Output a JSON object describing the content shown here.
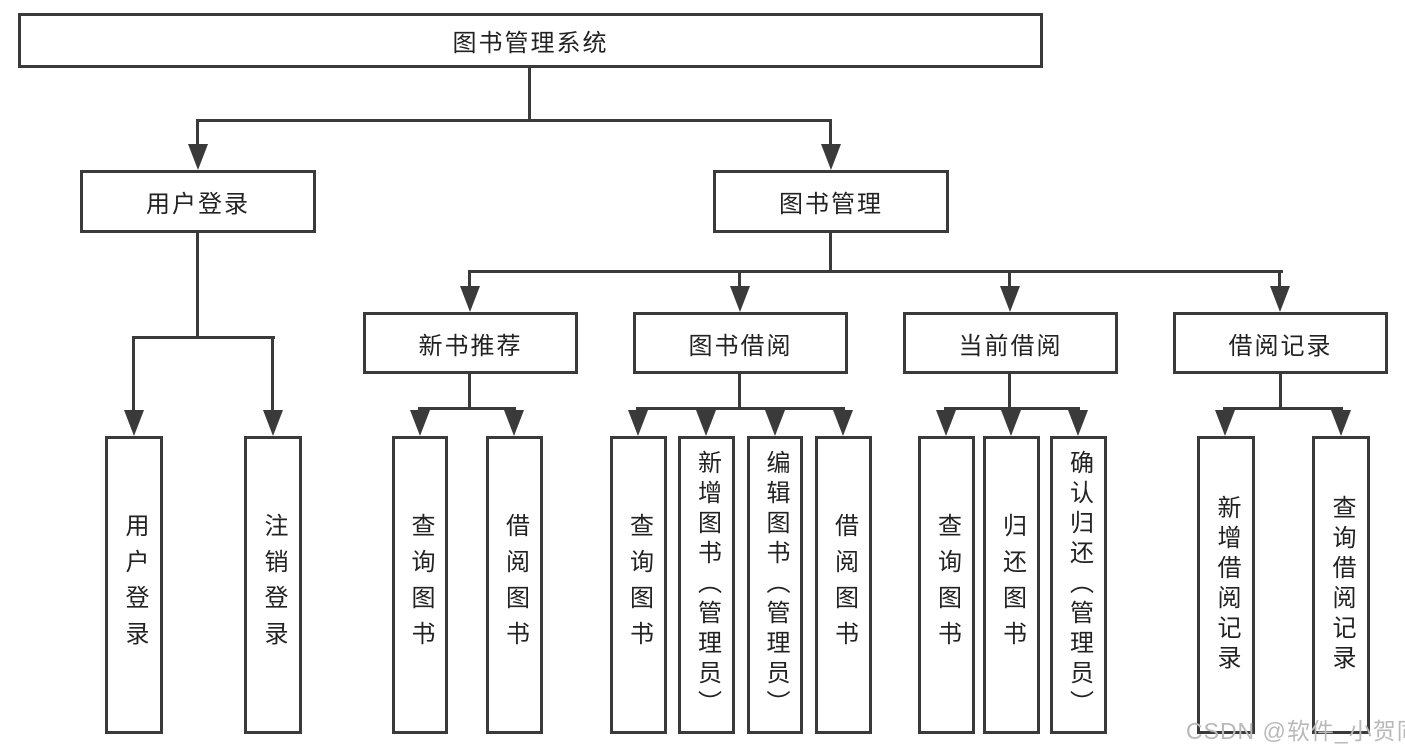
{
  "tree": {
    "root": "图书管理系统",
    "level1": [
      {
        "label": "用户登录"
      },
      {
        "label": "图书管理"
      }
    ],
    "level2": [
      {
        "label": "新书推荐"
      },
      {
        "label": "图书借阅"
      },
      {
        "label": "当前借阅"
      },
      {
        "label": "借阅记录"
      }
    ],
    "leaves": {
      "user_login": [
        "用户登录",
        "注销登录"
      ],
      "new_book_recommend": [
        "查询图书",
        "借阅图书"
      ],
      "book_borrowing": [
        "查询图书",
        "新增图书（管理员）",
        "编辑图书（管理员）",
        "借阅图书"
      ],
      "current_borrowing": [
        "查询图书",
        "归还图书",
        "确认归还（管理员）"
      ],
      "borrowing_records": [
        "新增借阅记录",
        "查询借阅记录"
      ]
    }
  },
  "watermark": "CSDN @软件_小贺同学",
  "colors": {
    "line": "#3a3a3a",
    "text": "#222222",
    "watermark": "#b9b9b9",
    "background": "#ffffff"
  }
}
